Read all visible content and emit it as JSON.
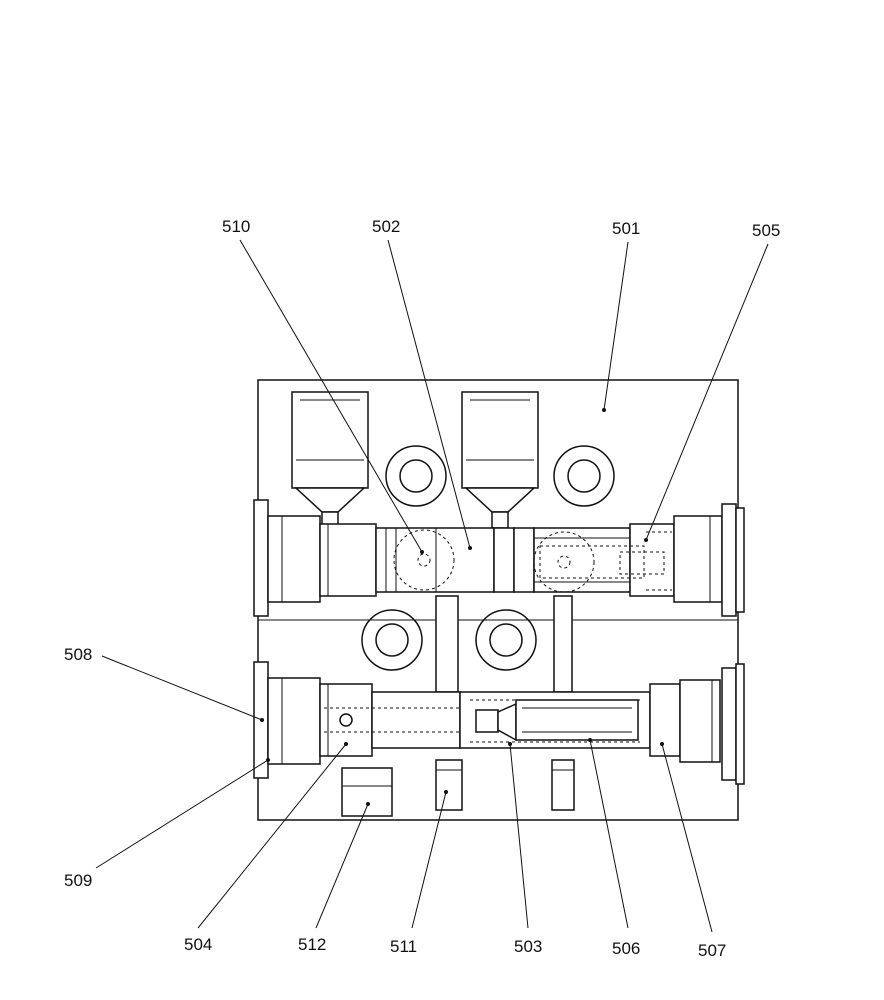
{
  "figure": {
    "labels": {
      "l501": "501",
      "l502": "502",
      "l503": "503",
      "l504": "504",
      "l505": "505",
      "l506": "506",
      "l507": "507",
      "l508": "508",
      "l509": "509",
      "l510": "510",
      "l511": "511",
      "l512": "512"
    }
  }
}
